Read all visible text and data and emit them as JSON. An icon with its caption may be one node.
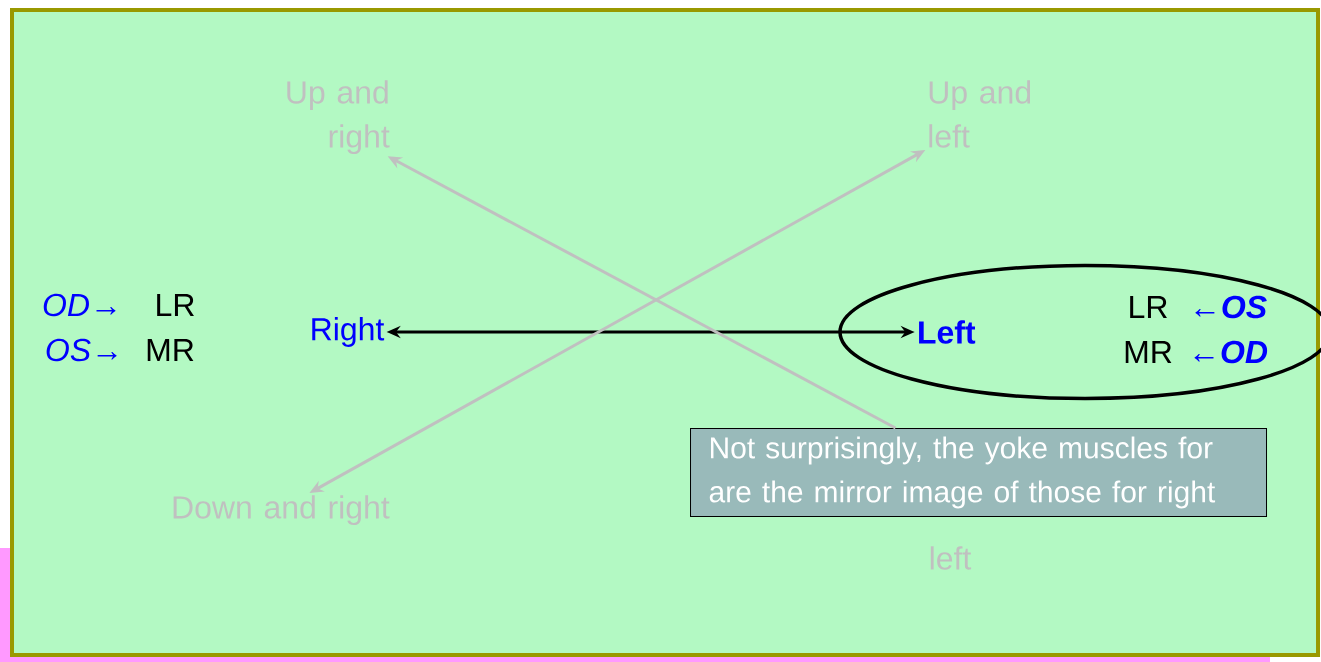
{
  "diagram": {
    "nodes": [
      {
        "text": [
          "Up and right"
        ]
      },
      {
        "text": [
          "Up and left"
        ]
      },
      {
        "text": [
          "Right"
        ]
      },
      {
        "text": [],
        "shape": "ellipse"
      },
      {
        "text": [
          "Left"
        ],
        "in": 3
      },
      {
        "text": [
          "Down and right"
        ]
      },
      {
        "text": [
          "Not surprisingly, the yoke muscles for are the mirror image of those for right"
        ]
      }
    ],
    "edges": [
      {
        "from": 2,
        "to": 4,
        "arrow": "both",
        "color": "#000000"
      },
      {
        "from": 6,
        "to": 0,
        "arrow": "to",
        "color": "#c0c0c0"
      },
      {
        "from": 5,
        "to": 1,
        "arrow": "both",
        "color": "#c0c0c0"
      }
    ],
    "labels": [
      "OD→",
      "LR",
      "OS→",
      "MR",
      "LR",
      "←OS",
      "MR",
      "←OD",
      "left"
    ]
  }
}
